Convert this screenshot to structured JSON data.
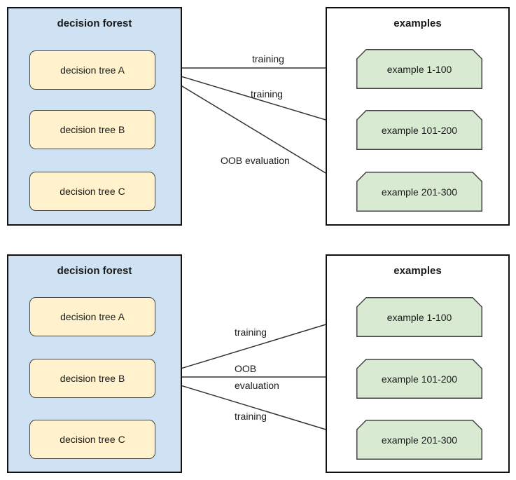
{
  "colors": {
    "forest_fill": "#cfe2f3",
    "tree_fill": "#fff2cc",
    "example_fill": "#d9ead3",
    "shape_border": "#434343",
    "outer_border": "#111111",
    "arrow": "#333333",
    "text": "#1a1a1a"
  },
  "diagrams": [
    {
      "forest": {
        "title": "decision forest",
        "trees": [
          "decision tree A",
          "decision tree B",
          "decision tree C"
        ]
      },
      "examples": {
        "title": "examples",
        "items": [
          "example 1-100",
          "example 101-200",
          "example 201-300"
        ]
      },
      "arrows": [
        {
          "label": "training"
        },
        {
          "label": "training"
        },
        {
          "label": "OOB evaluation"
        }
      ]
    },
    {
      "forest": {
        "title": "decision forest",
        "trees": [
          "decision tree A",
          "decision tree B",
          "decision tree C"
        ]
      },
      "examples": {
        "title": "examples",
        "items": [
          "example 1-100",
          "example 101-200",
          "example 201-300"
        ]
      },
      "arrows": [
        {
          "label": "training"
        },
        {
          "label_line1": "OOB",
          "label_line2": "evaluation"
        },
        {
          "label": "training"
        }
      ]
    }
  ]
}
